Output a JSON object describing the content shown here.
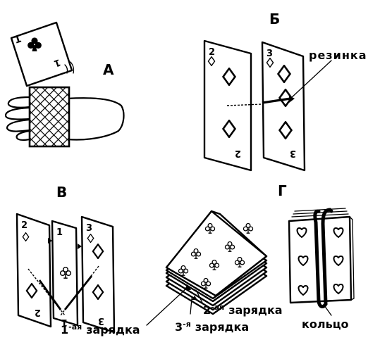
{
  "labels": {
    "panel_a": "А",
    "panel_b": "Б",
    "panel_v": "В",
    "panel_g": "Г",
    "rubber_band": "резинка",
    "charge_1_num": "1",
    "charge_1_sup": "-ая",
    "charge_1_word": "зарядка",
    "charge_2_num": "2",
    "charge_2_sup": "-ая",
    "charge_2_word": "зарядка",
    "charge_3_num": "3",
    "charge_3_sup": "-я",
    "charge_3_word": "зарядка",
    "ring": "кольцо"
  },
  "card_indices": {
    "a_top": "1",
    "b_left_top": "2",
    "b_left_bottom": "2",
    "b_right_top": "3",
    "b_right_bottom": "3",
    "v_left_top": "2",
    "v_left_bottom": "2",
    "v_mid_top": "1",
    "v_mid_bottom": "1",
    "v_right_top": "3",
    "v_right_bottom": "3"
  },
  "icons": {
    "suit_clubs": "clubs-icon",
    "suit_diamonds": "diamond-icon",
    "suit_hearts": "heart-icon"
  }
}
